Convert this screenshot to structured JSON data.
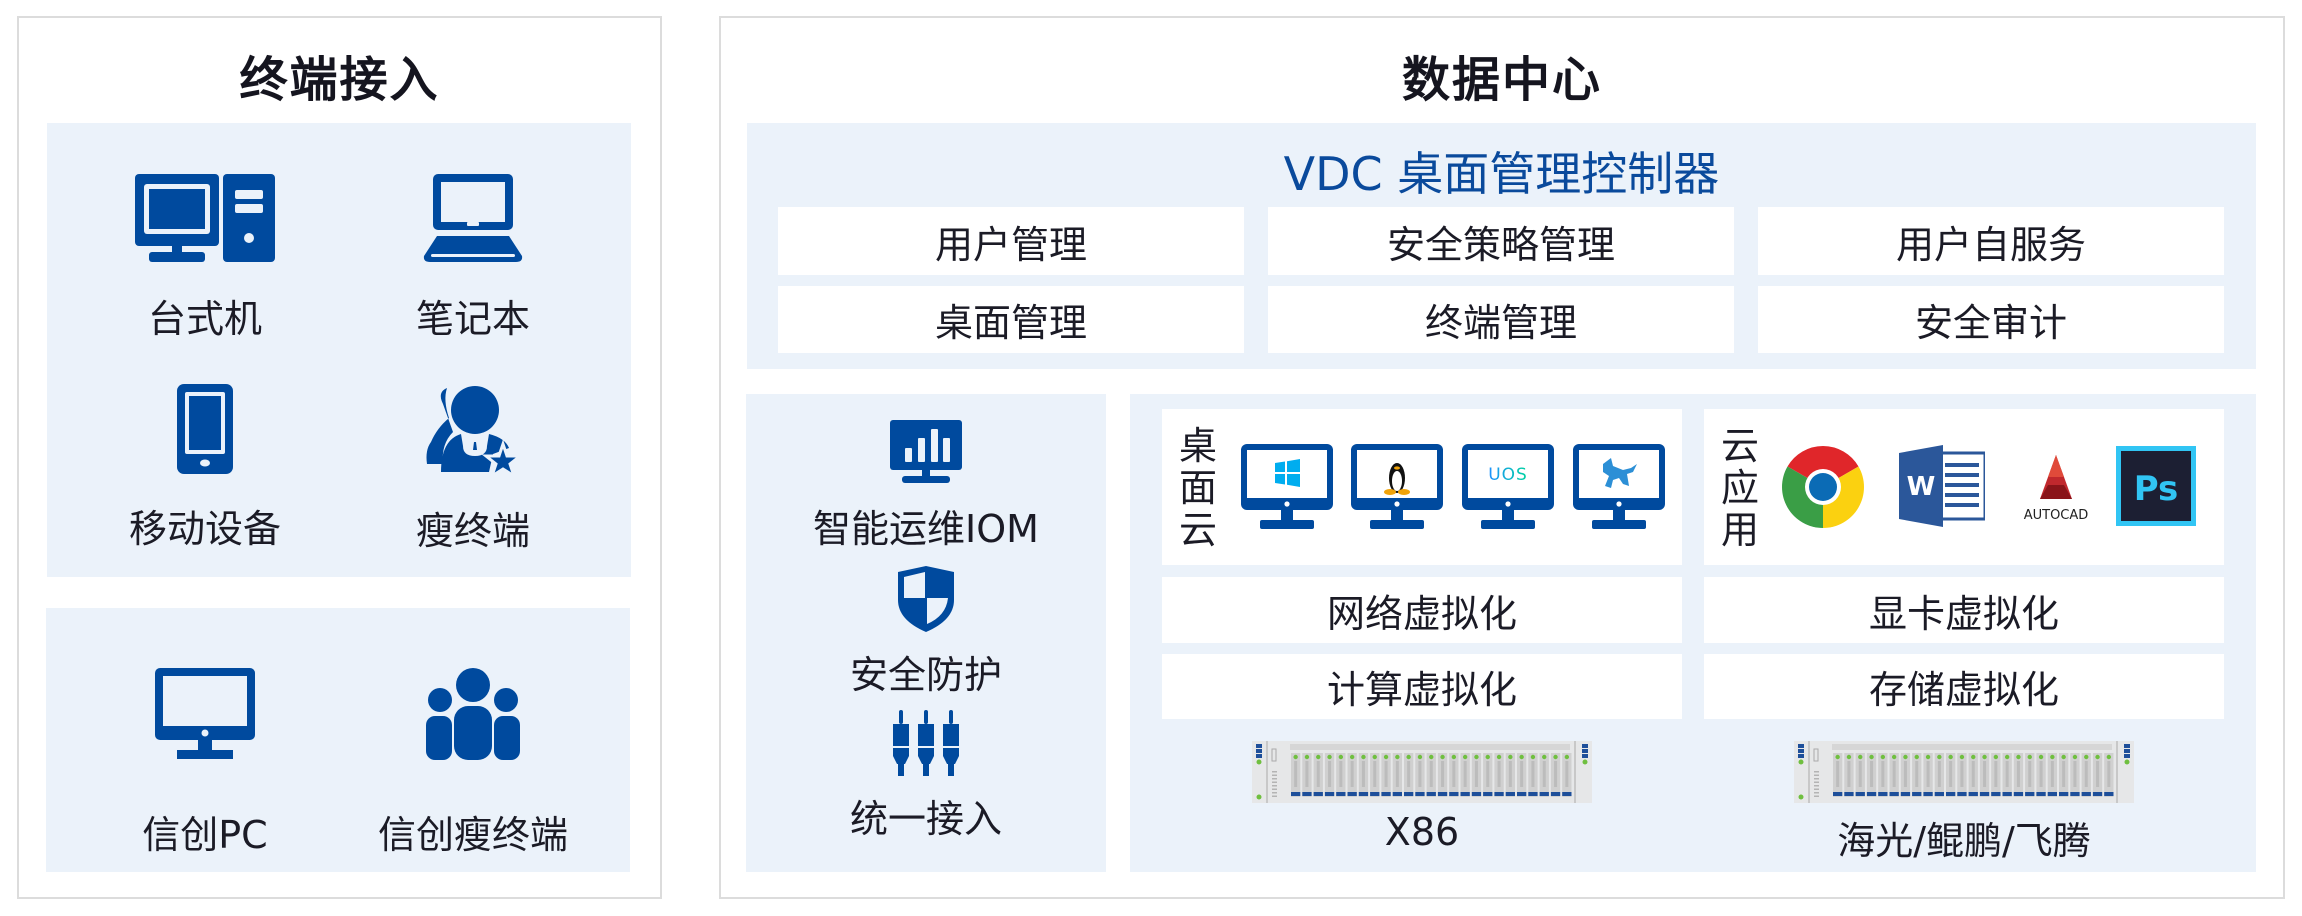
{
  "colors": {
    "icon_blue": "#004a9e",
    "title_blue": "#0a4a9c",
    "light_bg": "#ebf2fa",
    "border": "#dcdcdc"
  },
  "terminal_access": {
    "title": "终端接入",
    "group1": [
      {
        "label": "台式机",
        "icon": "desktop-computer-icon"
      },
      {
        "label": "笔记本",
        "icon": "laptop-icon"
      },
      {
        "label": "移动设备",
        "icon": "mobile-device-icon"
      },
      {
        "label": "瘦终端",
        "icon": "thin-client-user-icon"
      }
    ],
    "group2": [
      {
        "label": "信创PC",
        "icon": "monitor-icon"
      },
      {
        "label": "信创瘦终端",
        "icon": "user-group-icon"
      }
    ]
  },
  "data_center": {
    "title": "数据中心",
    "vdc": {
      "title": "VDC 桌面管理控制器",
      "cells": [
        [
          "用户管理",
          "安全策略管理",
          "用户自服务"
        ],
        [
          "桌面管理",
          "终端管理",
          "安全审计"
        ]
      ]
    },
    "ops": [
      {
        "label": "智能运维IOM",
        "icon": "monitor-chart-icon"
      },
      {
        "label": "安全防护",
        "icon": "shield-icon"
      },
      {
        "label": "统一接入",
        "icon": "connector-plugs-icon"
      }
    ],
    "cloud_desktop": {
      "label": "桌面云",
      "os": [
        "Windows",
        "Linux",
        "UOS",
        "Kylin"
      ],
      "uos_text": "UOS"
    },
    "cloud_app": {
      "label": "云应用",
      "apps": [
        "Chrome",
        "Word",
        "AUTOCAD",
        "Ps"
      ],
      "word_letter": "W",
      "autocad_text": "AUTOCAD",
      "ps_text": "Ps"
    },
    "virtualization": {
      "left": [
        "网络虚拟化",
        "计算虚拟化"
      ],
      "right": [
        "显卡虚拟化",
        "存储虚拟化"
      ]
    },
    "hardware": {
      "left_label": "X86",
      "right_label": "海光/鲲鹏/飞腾"
    }
  }
}
